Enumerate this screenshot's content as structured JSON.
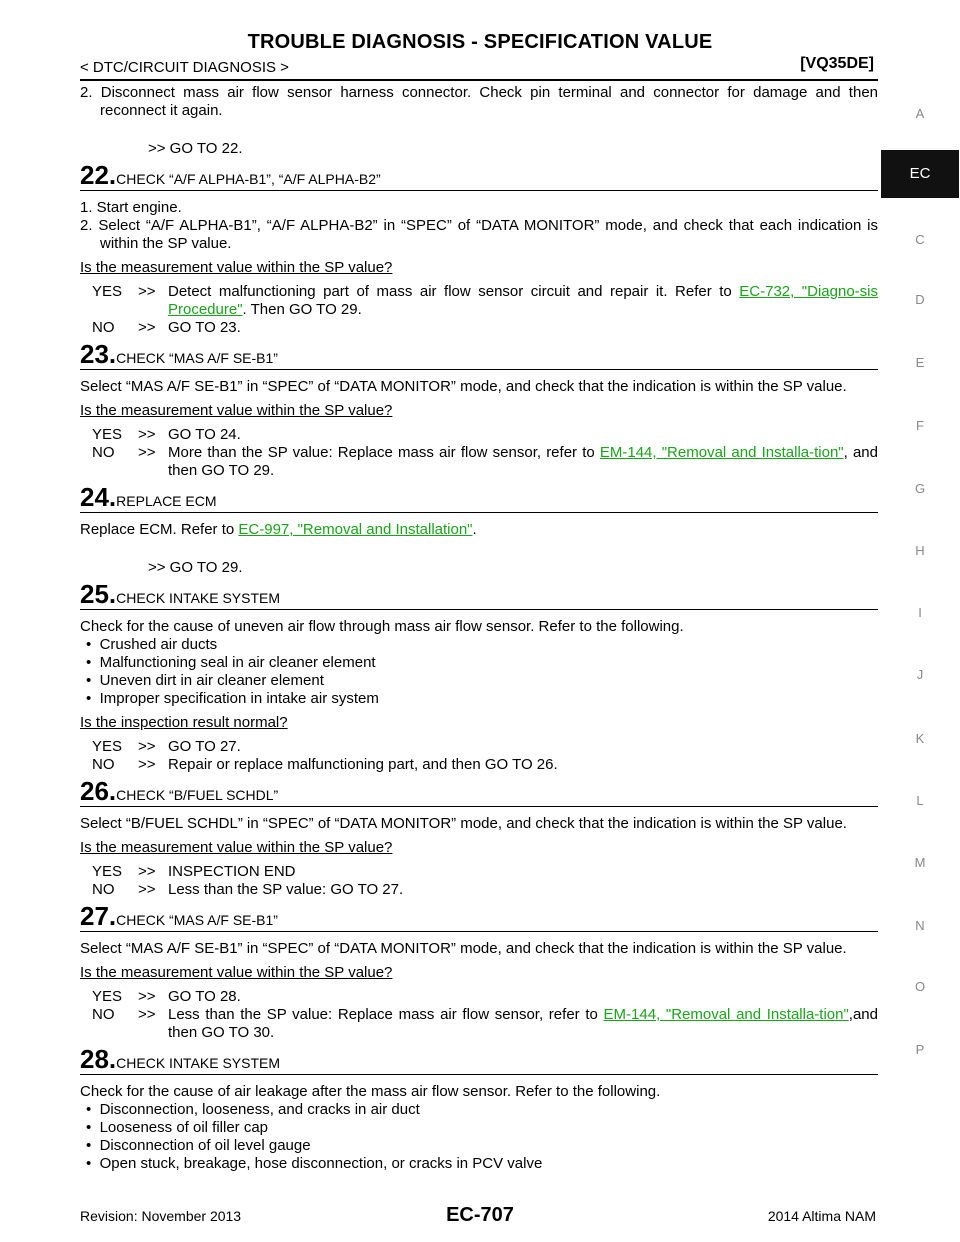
{
  "header": {
    "title": "TROUBLE DIAGNOSIS - SPECIFICATION VALUE",
    "breadcrumb": "< DTC/CIRCUIT DIAGNOSIS >",
    "model": "[VQ35DE]"
  },
  "side_tabs": [
    "A",
    "EC",
    "C",
    "D",
    "E",
    "F",
    "G",
    "H",
    "I",
    "J",
    "K",
    "L",
    "M",
    "N",
    "O",
    "P"
  ],
  "content": {
    "intro_item": "2.  Disconnect mass air flow sensor harness connector. Check pin terminal and connector for damage and then reconnect it again.",
    "intro_goto": ">> GO TO 22.",
    "s22": {
      "num": "22",
      "title": "CHECK “A/F ALPHA-B1”, “A/F ALPHA-B2”",
      "item1": "1.  Start engine.",
      "item2": "2.  Select “A/F ALPHA-B1”, “A/F ALPHA-B2” in “SPEC” of “DATA MONITOR” mode, and check that each indication is within the SP value.",
      "question": "Is the measurement value within the SP value?",
      "yes_key": "YES",
      "yes_pre": "Detect malfunctioning part of mass air flow sensor circuit and repair it. Refer to ",
      "yes_link": "EC-732, \"Diagno-sis Procedure\"",
      "yes_post": ". Then GO TO 29.",
      "no_key": "NO",
      "no_text": "GO TO 23."
    },
    "s23": {
      "num": "23",
      "title": "CHECK “MAS A/F SE-B1”",
      "body": "Select “MAS A/F SE-B1” in “SPEC” of “DATA MONITOR” mode, and check that the indication is within the SP value.",
      "question": "Is the measurement value within the SP value?",
      "yes_key": "YES",
      "yes_text": "GO TO 24.",
      "no_key": "NO",
      "no_pre": "More than the SP value: Replace mass air flow sensor, refer to ",
      "no_link": "EM-144, \"Removal and Installa-tion\"",
      "no_post": ", and then GO TO 29."
    },
    "s24": {
      "num": "24",
      "title": "REPLACE ECM",
      "body_pre": "Replace ECM. Refer to ",
      "body_link": "EC-997, \"Removal and Installation\"",
      "body_post": ".",
      "goto": ">> GO TO 29."
    },
    "s25": {
      "num": "25",
      "title": "CHECK INTAKE SYSTEM",
      "body": "Check for the cause of uneven air flow through mass air flow sensor. Refer to the following.",
      "bullets": [
        "Crushed air ducts",
        "Malfunctioning seal in air cleaner element",
        "Uneven dirt in air cleaner element",
        "Improper specification in intake air system"
      ],
      "question": "Is the inspection result normal?",
      "yes_key": "YES",
      "yes_text": "GO TO 27.",
      "no_key": "NO",
      "no_text": "Repair or replace malfunctioning part, and then GO TO 26."
    },
    "s26": {
      "num": "26",
      "title": "CHECK “B/FUEL SCHDL”",
      "body": "Select “B/FUEL SCHDL” in “SPEC” of “DATA MONITOR” mode, and check that the indication is within the SP value.",
      "question": "Is the measurement value within the SP value?",
      "yes_key": "YES",
      "yes_text": "INSPECTION END",
      "no_key": "NO",
      "no_text": "Less than the SP value: GO TO 27."
    },
    "s27": {
      "num": "27",
      "title": "CHECK “MAS A/F SE-B1”",
      "body": "Select “MAS A/F SE-B1” in “SPEC” of “DATA MONITOR” mode, and check that the indication is within the SP value.",
      "question": "Is the measurement value within the SP value?",
      "yes_key": "YES",
      "yes_text": "GO TO 28.",
      "no_key": "NO",
      "no_pre": "Less than the SP value: Replace mass air flow sensor, refer to ",
      "no_link": "EM-144, \"Removal and Installa-tion\"",
      "no_post": ",and then GO TO 30."
    },
    "s28": {
      "num": "28",
      "title": "CHECK INTAKE SYSTEM",
      "body": "Check for the cause of air leakage after the mass air flow sensor. Refer to the following.",
      "bullets": [
        "Disconnection, looseness, and cracks in air duct",
        "Looseness of oil filler cap",
        "Disconnection of oil level gauge",
        "Open stuck, breakage, hose disconnection, or cracks in PCV valve"
      ]
    },
    "arrow": ">>"
  },
  "footer": {
    "revision": "Revision: November 2013",
    "page": "EC-707",
    "edition": "2014 Altima NAM"
  }
}
